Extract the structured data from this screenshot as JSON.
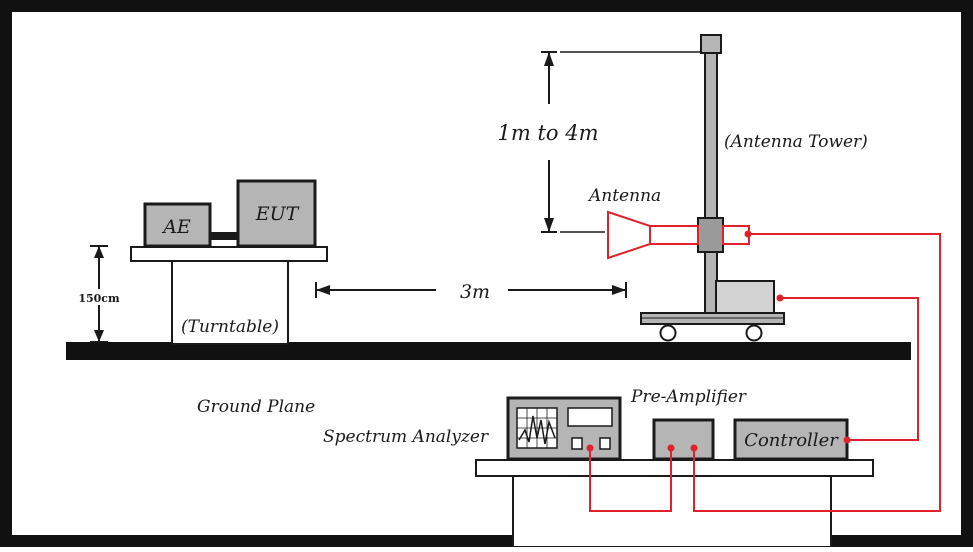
{
  "labels": {
    "height_range": "1m to 4m",
    "antenna_tower": "(Antenna Tower)",
    "antenna": "Antenna",
    "ae": "AE",
    "eut": "EUT",
    "table_height": "150cm",
    "distance": "3m",
    "turntable": "(Turntable)",
    "ground_plane": "Ground Plane",
    "pre_amplifier": "Pre-Amplifier",
    "spectrum_analyzer": "Spectrum Analyzer",
    "controller": "Controller"
  },
  "colors": {
    "frame": "#111111",
    "equipment_fill": "#b5b5b5",
    "equipment_stroke": "#1a1a1a",
    "cable": "#e0202a",
    "ground": "#111111"
  }
}
